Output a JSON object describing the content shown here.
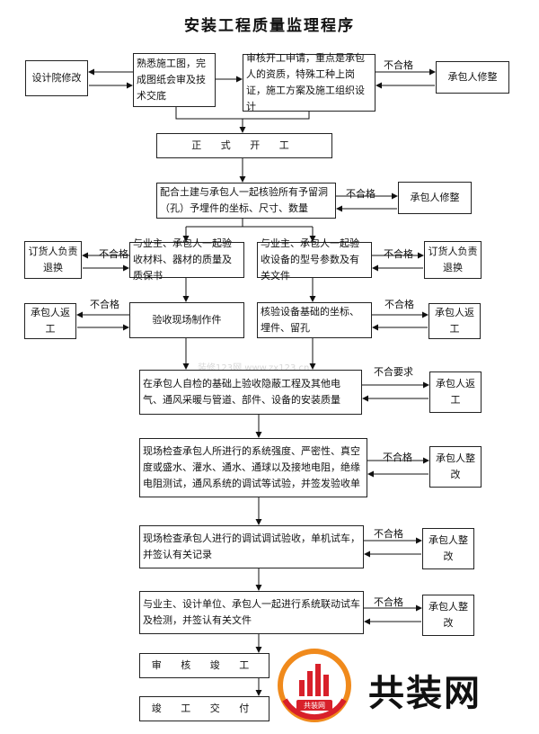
{
  "title": "安装工程质量监理程序",
  "nodes": {
    "design": "设计院修改",
    "familiar": "熟悉施工图，完成图纸会审及技术交底",
    "review": "审核开工申请，重点是承包人的资质，特殊工种上岗证，施工方案及施工组织设计",
    "contractor_fix_1": "承包人修整",
    "start": "正 式 开 工",
    "verify": "配合土建与承包人一起核验所有予留洞（孔）予埋件的坐标、尺寸、数量",
    "contractor_fix_2": "承包人修整",
    "supplier_left": "订货人负责退换",
    "accept_material": "与业主、承包人一起验收材料、器材的质量及质保书",
    "accept_equipment": "与业主、承包人一起验收设备的型号参数及有关文件",
    "supplier_right": "订货人负责退换",
    "rework_left": "承包人返工",
    "accept_fabrication": "验收现场制作件",
    "verify_foundation": "核验设备基础的坐标、埋件、留孔",
    "rework_right": "承包人返工",
    "inspect_install": "在承包人自检的基础上验收隐蔽工程及其他电气、通风采暖与管道、部件、设备的安装质量",
    "rework_install": "承包人返工",
    "field_tests": "现场检查承包人所进行的系统强度、严密性、真空度或盛水、灌水、通水、通球以及接地电阻，绝缘电阻测试，通风系统的调试等试验，并签发验收单",
    "rectify_1": "承包人整改",
    "field_debug": "现场检查承包人进行的调试调试验收，单机试车，并签认有关记录",
    "rectify_2": "承包人整改",
    "joint_test": "与业主、设计单位、承包人一起进行系统联动试车及检测，并签认有关文件",
    "rectify_3": "承包人整改",
    "completion_review": "审 核 竣 工",
    "handover": "竣 工 交 付"
  },
  "edge_labels": {
    "fail": "不合格",
    "nonconform": "不合要求"
  },
  "watermark": "装修123网 www.zx123.cn",
  "logo": {
    "badge": "共装网",
    "word": "共装网",
    "colors": {
      "orange": "#f08a1c",
      "red": "#d8202a"
    }
  }
}
